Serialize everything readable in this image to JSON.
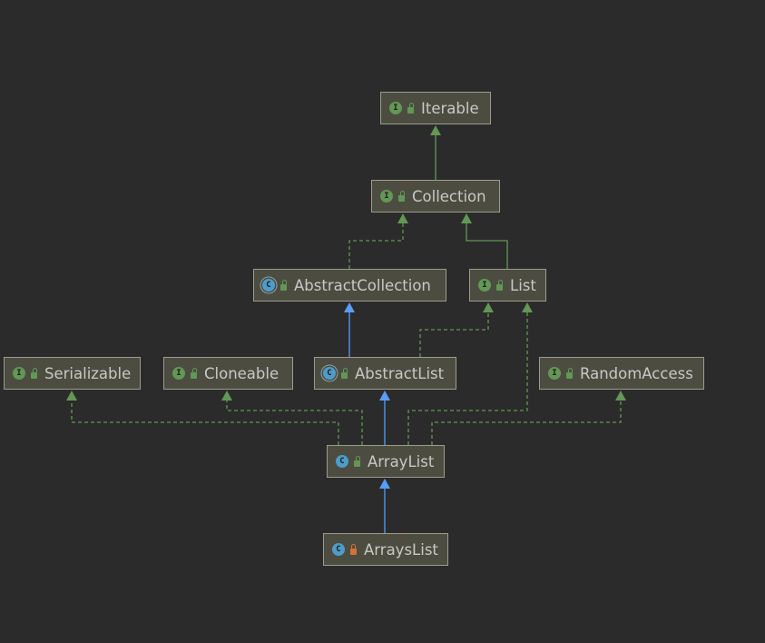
{
  "diagram": {
    "nodes": [
      {
        "id": "iterable",
        "label": "Iterable",
        "kind": "interface",
        "badge": "I",
        "access": "public"
      },
      {
        "id": "collection",
        "label": "Collection",
        "kind": "interface",
        "badge": "I",
        "access": "public"
      },
      {
        "id": "abstractcollection",
        "label": "AbstractCollection",
        "kind": "abstract",
        "badge": "C",
        "access": "public"
      },
      {
        "id": "list",
        "label": "List",
        "kind": "interface",
        "badge": "I",
        "access": "public"
      },
      {
        "id": "serializable",
        "label": "Serializable",
        "kind": "interface",
        "badge": "I",
        "access": "public"
      },
      {
        "id": "cloneable",
        "label": "Cloneable",
        "kind": "interface",
        "badge": "I",
        "access": "public"
      },
      {
        "id": "abstractlist",
        "label": "AbstractList",
        "kind": "abstract",
        "badge": "C",
        "access": "public"
      },
      {
        "id": "randomaccess",
        "label": "RandomAccess",
        "kind": "interface",
        "badge": "I",
        "access": "public"
      },
      {
        "id": "arraylist",
        "label": "ArrayList",
        "kind": "class",
        "badge": "C",
        "access": "public"
      },
      {
        "id": "arrayslist",
        "label": "ArraysList",
        "kind": "class",
        "badge": "C",
        "access": "private"
      }
    ],
    "edges": [
      {
        "from": "collection",
        "to": "iterable",
        "type": "extends-interface"
      },
      {
        "from": "abstractcollection",
        "to": "collection",
        "type": "implements"
      },
      {
        "from": "list",
        "to": "collection",
        "type": "extends-interface"
      },
      {
        "from": "abstractlist",
        "to": "abstractcollection",
        "type": "extends-class"
      },
      {
        "from": "abstractlist",
        "to": "list",
        "type": "implements"
      },
      {
        "from": "arraylist",
        "to": "abstractlist",
        "type": "extends-class"
      },
      {
        "from": "arraylist",
        "to": "serializable",
        "type": "implements"
      },
      {
        "from": "arraylist",
        "to": "cloneable",
        "type": "implements"
      },
      {
        "from": "arraylist",
        "to": "list",
        "type": "implements"
      },
      {
        "from": "arraylist",
        "to": "randomaccess",
        "type": "implements"
      },
      {
        "from": "arrayslist",
        "to": "arraylist",
        "type": "extends-class"
      }
    ],
    "colors": {
      "background": "#2b2b2b",
      "node_fill": "#4c4d40",
      "node_border": "#9c9c8e",
      "text": "#c8c8c8",
      "interface_badge": "#629755",
      "class_badge": "#4d9cc9",
      "green_edge": "#629755",
      "blue_edge": "#589df6",
      "private_lock": "#d5703a"
    },
    "icons": {
      "interface": "interface-icon",
      "class": "class-icon",
      "abstract": "abstract-class-icon",
      "public": "public-lock-icon",
      "private": "private-lock-icon"
    }
  }
}
